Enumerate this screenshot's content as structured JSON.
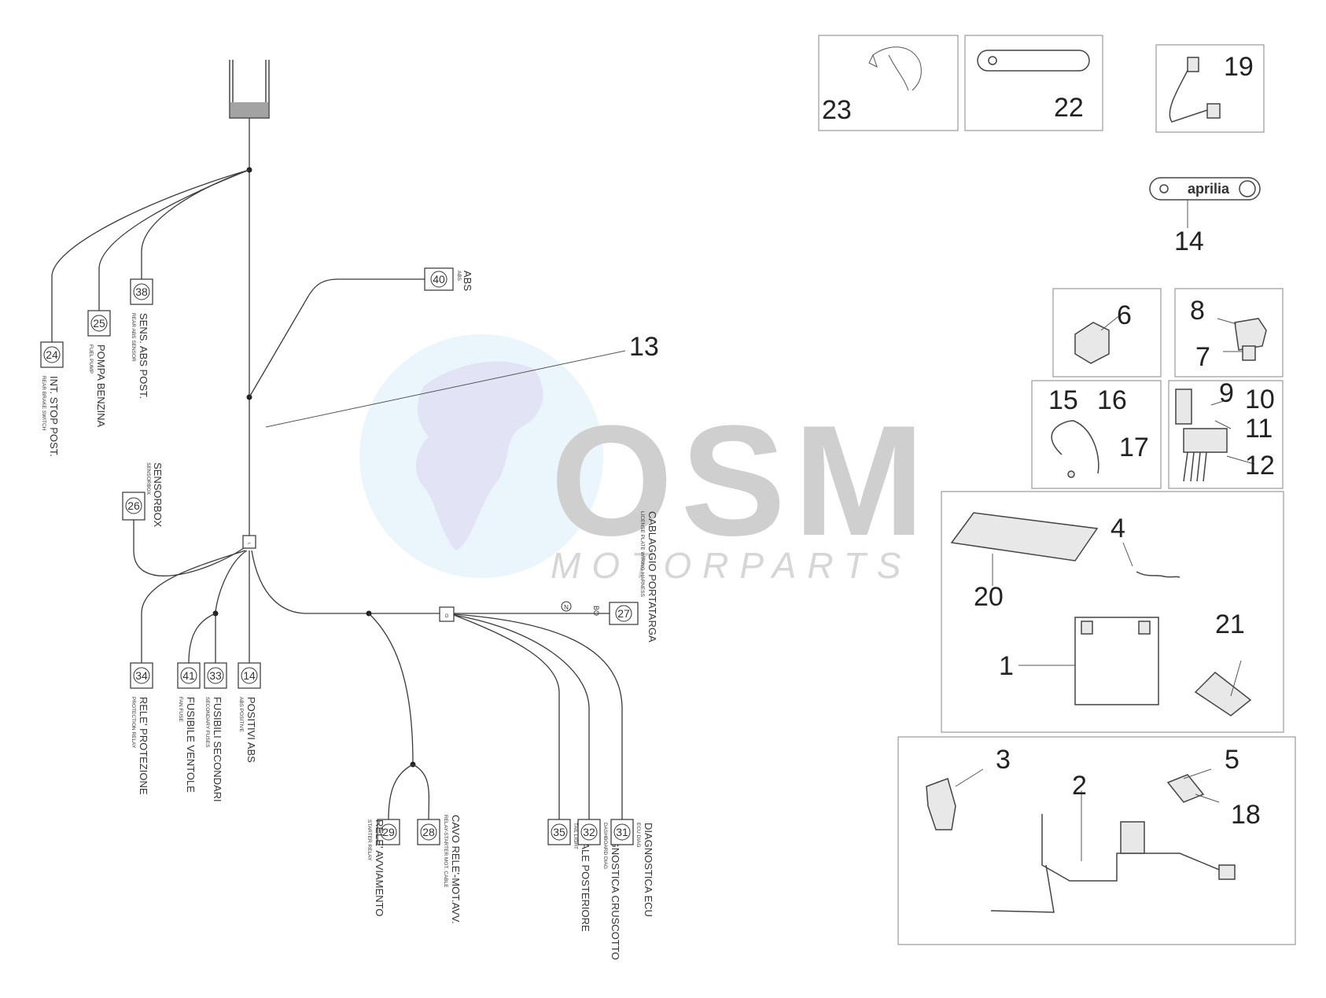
{
  "connectors": [
    {
      "num": "24",
      "main": "INT. STOP POST.",
      "sub": "REAR BRAKE SWITCH"
    },
    {
      "num": "25",
      "main": "POMPA BENZINA",
      "sub": "FUEL PUMP"
    },
    {
      "num": "38",
      "main": "SENS. ABS POST.",
      "sub": "REAR ABS SENSOR"
    },
    {
      "num": "40",
      "main": "ABS",
      "sub": "ABS"
    },
    {
      "num": "26",
      "main": "SENSORBOX",
      "sub": "SENSORBOX"
    },
    {
      "num": "34",
      "main": "RELE' PROTEZIONE",
      "sub": "PROTECTION RELAY"
    },
    {
      "num": "41",
      "main": "FUSIBILE VENTOLE",
      "sub": "FAN FUSE"
    },
    {
      "num": "33",
      "main": "FUSIBILI SECONDARI",
      "sub": "SECONDARY FUSES"
    },
    {
      "num": "14",
      "main": "POSITIVI ABS",
      "sub": "ABS POSITIVE"
    },
    {
      "num": "29",
      "main": "RELE' AVVIAMENTO",
      "sub": "STARTER RELAY"
    },
    {
      "num": "28",
      "main": "CAVO RELE'-MOT.AVV.",
      "sub": "RELAY-STARTER MOT. CABLE"
    },
    {
      "num": "35",
      "main": "FANALE POSTERIORE",
      "sub": "TAIL LIGHT"
    },
    {
      "num": "32",
      "main": "DIAGNOSTICA CRUSCOTTO",
      "sub": "DASHBOARD DIAG"
    },
    {
      "num": "31",
      "main": "DIAGNOSTICA ECU",
      "sub": "ECU DIAG"
    },
    {
      "num": "27",
      "main": "CABLAGGIO PORTATARGA",
      "sub": "LICENSE PLATE WIRING HARNESS"
    }
  ],
  "junction_labels": {
    "j1": "⌐",
    "j2": "G",
    "n": "N",
    "bo": "BO"
  },
  "callouts": {
    "c13": "13",
    "c23": "23",
    "c22": "22",
    "c19": "19",
    "c14": "14",
    "c6": "6",
    "c8": "8",
    "c7": "7",
    "c15": "15",
    "c16": "16",
    "c17": "17",
    "c9": "9",
    "c10": "10",
    "c11": "11",
    "c12": "12",
    "c4": "4",
    "c20": "20",
    "c1": "1",
    "c21": "21",
    "c3": "3",
    "c2": "2",
    "c5": "5",
    "c18": "18"
  },
  "part_14_brand": "aprilia",
  "watermark": {
    "logo": "OSM",
    "tagline": "MOTORPARTS"
  }
}
